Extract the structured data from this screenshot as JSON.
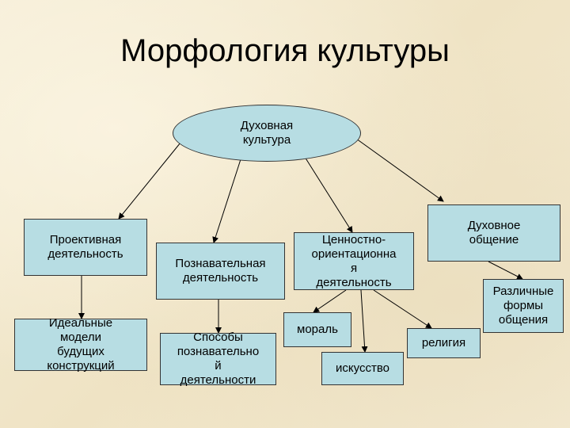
{
  "title": "Морфология культуры",
  "nodes": {
    "root": "Духовная\nкультура",
    "project": "Проективная\nдеятельность",
    "cognitive": "Познавательная\nдеятельность",
    "value": "Ценностно-\nориентационна\nя\nдеятельность",
    "communication": "Духовное\nобщение",
    "ideal_models": "Идеальные\nмодели\nбудущих\nконструкций",
    "methods": "Способы\nпознавательно\nй\nдеятельности",
    "morality": "мораль",
    "art": "искусство",
    "religion": "религия",
    "forms": "Различные\nформы\nобщения"
  },
  "colors": {
    "node_fill": "#b7dde3",
    "node_border": "#333333",
    "background": "#f3ead2"
  }
}
